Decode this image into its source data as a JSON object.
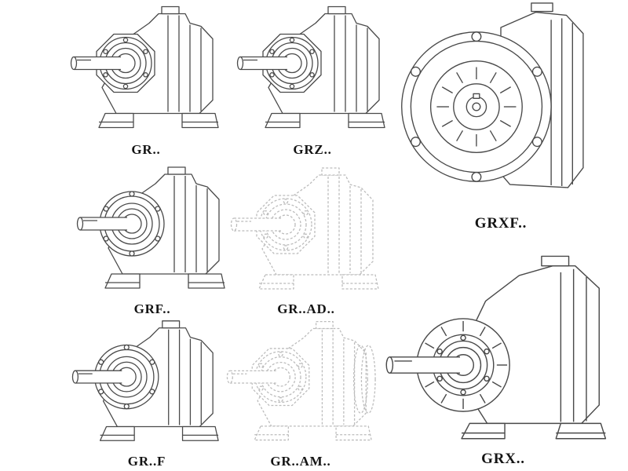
{
  "style": {
    "background": "#ffffff",
    "line_color": "#4a4a4a",
    "ghost_line_color": "#bcbcbc",
    "label_color": "#141414"
  },
  "figure": {
    "description": "Catalog sheet of GR series helical gear reducer variants shown as technical line drawings",
    "products": [
      {
        "id": "gr",
        "label": "GR..",
        "drawing": "foot-mounted side view"
      },
      {
        "id": "grz",
        "label": "GRZ..",
        "drawing": "foot-mounted side view"
      },
      {
        "id": "grxf",
        "label": "GRXF..",
        "drawing": "flange-mounted front view"
      },
      {
        "id": "grf",
        "label": "GRF..",
        "drawing": "flange side view"
      },
      {
        "id": "gr-ad",
        "label": "GR..AD..",
        "drawing": "dashed side view"
      },
      {
        "id": "gr-f",
        "label": "GR..F",
        "drawing": "flange side view"
      },
      {
        "id": "gr-am",
        "label": "GR..AM..",
        "drawing": "dashed side view with output flange"
      },
      {
        "id": "grx",
        "label": "GRX..",
        "drawing": "large foot-mounted side view"
      }
    ]
  }
}
